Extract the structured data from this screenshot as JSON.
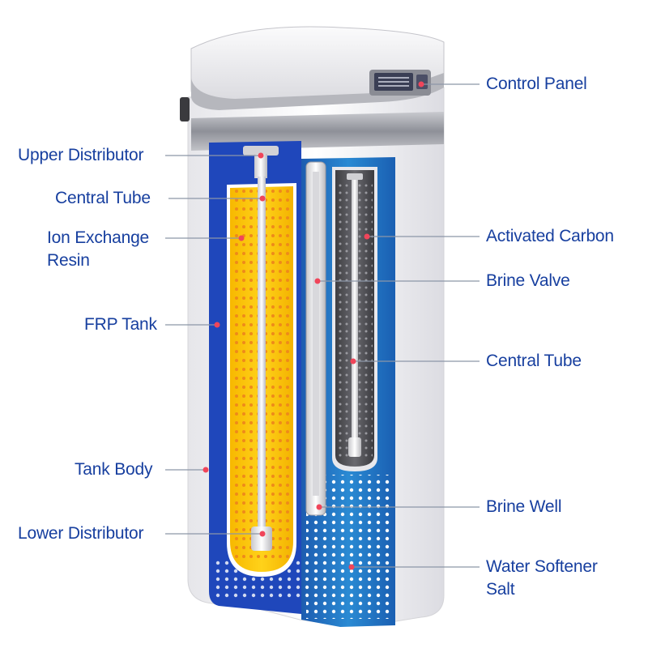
{
  "labels": {
    "control_panel": "Control Panel",
    "upper_distributor": "Upper Distributor",
    "central_tube_left": "Central Tube",
    "ion_exchange_resin_line1": "Ion Exchange",
    "ion_exchange_resin_line2": "Resin",
    "frp_tank": "FRP Tank",
    "tank_body": "Tank Body",
    "lower_distributor": "Lower Distributor",
    "activated_carbon": "Activated Carbon",
    "brine_valve": "Brine Valve",
    "central_tube_right": "Central Tube",
    "brine_well": "Brine Well",
    "water_softener_salt_line1": "Water Softener",
    "water_softener_salt_line2": "Salt"
  },
  "colors": {
    "label_text": "#173f9f",
    "leader_line": "#8c96a8",
    "marker_dot": "#f0455a",
    "resin_yellow": "#f5c400",
    "tank_blue": "#1e45b8",
    "salt_blue": "#1f78c8",
    "carbon_gray": "#5a5a5a",
    "body_white": "#f2f2f4"
  }
}
